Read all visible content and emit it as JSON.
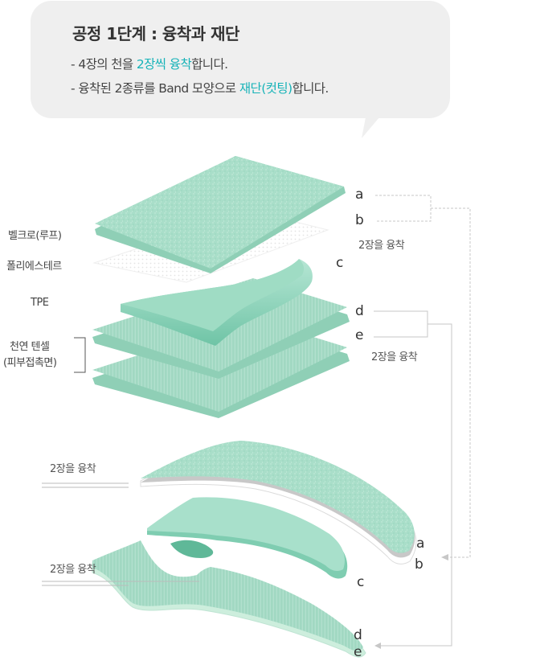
{
  "bubble": {
    "title": "공정 1단계 : 융착과 재단",
    "line1": {
      "prefix": "- 4장의 천을 ",
      "highlight": "2장씩 융착",
      "suffix": "합니다."
    },
    "line2": {
      "prefix": "- 융착된 2종류를 Band 모양으로 ",
      "highlight": "재단(컷팅)",
      "suffix": "합니다."
    }
  },
  "layers": {
    "velcro": "벨크로(루프)",
    "polyester": "폴리에스테르",
    "tpe": "TPE",
    "tencel_line1": "천연 텐셀",
    "tencel_line2": "(피부접촉면)"
  },
  "letters": {
    "a": "a",
    "b": "b",
    "c": "c",
    "d": "d",
    "e": "e"
  },
  "notes": {
    "ab_fuse": "2장을 융착",
    "de_fuse": "2장을 융착",
    "bottom_ab": "2장을 융착",
    "bottom_de": "2장을 융착"
  },
  "colors": {
    "mint": "#a8ddc9",
    "mint_dark": "#7cc8ad",
    "highlight": "#17b3b8",
    "bubble": "#efefef"
  }
}
